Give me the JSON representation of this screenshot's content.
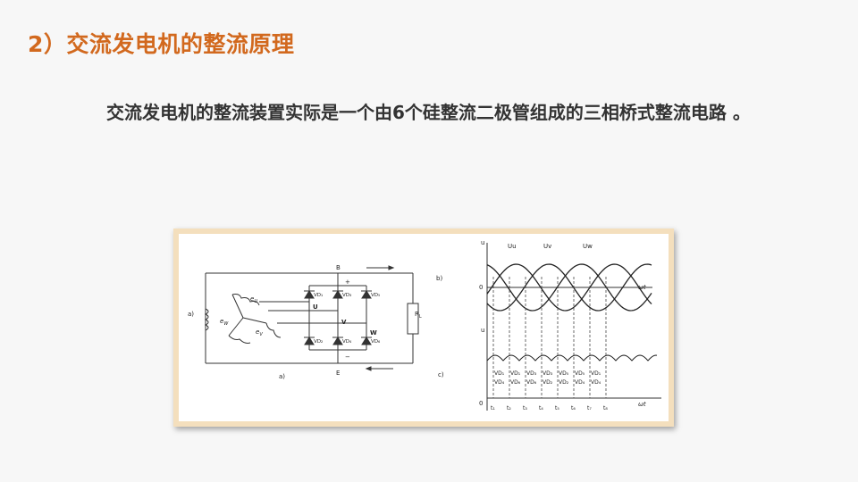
{
  "title": "2）交流发电机的整流原理",
  "body": {
    "paragraph": "交流发电机的整流装置实际是一个由6个硅整流二极管组成的三相桥式整流电路 。"
  },
  "figure": {
    "panel_labels": {
      "a_left": "a)",
      "a_bottom": "a)",
      "b": "b)",
      "c": "c)"
    },
    "circuit": {
      "node_top": "B",
      "node_bottom": "E",
      "plus": "+",
      "minus": "−",
      "phase_u": "U",
      "phase_v": "V",
      "phase_w": "W",
      "load": "R",
      "load_sub": "L",
      "emf_u": "e",
      "emf_u_sub": "U",
      "emf_v": "e",
      "emf_v_sub": "V",
      "emf_w": "e",
      "emf_w_sub": "W",
      "diodes_top": [
        "VD₁",
        "VD₃",
        "VD₅"
      ],
      "diodes_bottom": [
        "VD₂",
        "VD₄",
        "VD₆"
      ]
    },
    "waveform": {
      "y_axis_top": "u",
      "y_axis_bottom": "u",
      "origin_top": "0",
      "origin_bottom": "0",
      "x_axis_label": "ωt",
      "phase_labels": [
        "Uu",
        "Uv",
        "Uw"
      ],
      "conduct_top": [
        "VD₁",
        "VD₁",
        "VD₃",
        "VD₃",
        "VD₅",
        "VD₅",
        "VD₁"
      ],
      "conduct_bottom": [
        "VD₄",
        "VD₆",
        "VD₆",
        "VD₂",
        "VD₂",
        "VD₄",
        "VD₄"
      ],
      "time_ticks": [
        "t₁",
        "t₂",
        "t₃",
        "t₄",
        "t₅",
        "t₆",
        "t₇",
        "t₈"
      ]
    }
  }
}
